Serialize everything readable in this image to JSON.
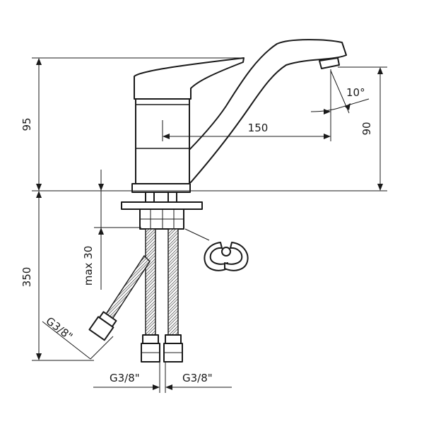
{
  "dimensions": {
    "height_total": "95",
    "spout_reach": "150",
    "spout_height": "90",
    "spout_angle": "10°",
    "hose_length": "350",
    "max_thickness": "max 30",
    "thread_left": "G3/8\"",
    "thread_right": "G3/8\"",
    "thread_diagonal": "G3/8\""
  }
}
